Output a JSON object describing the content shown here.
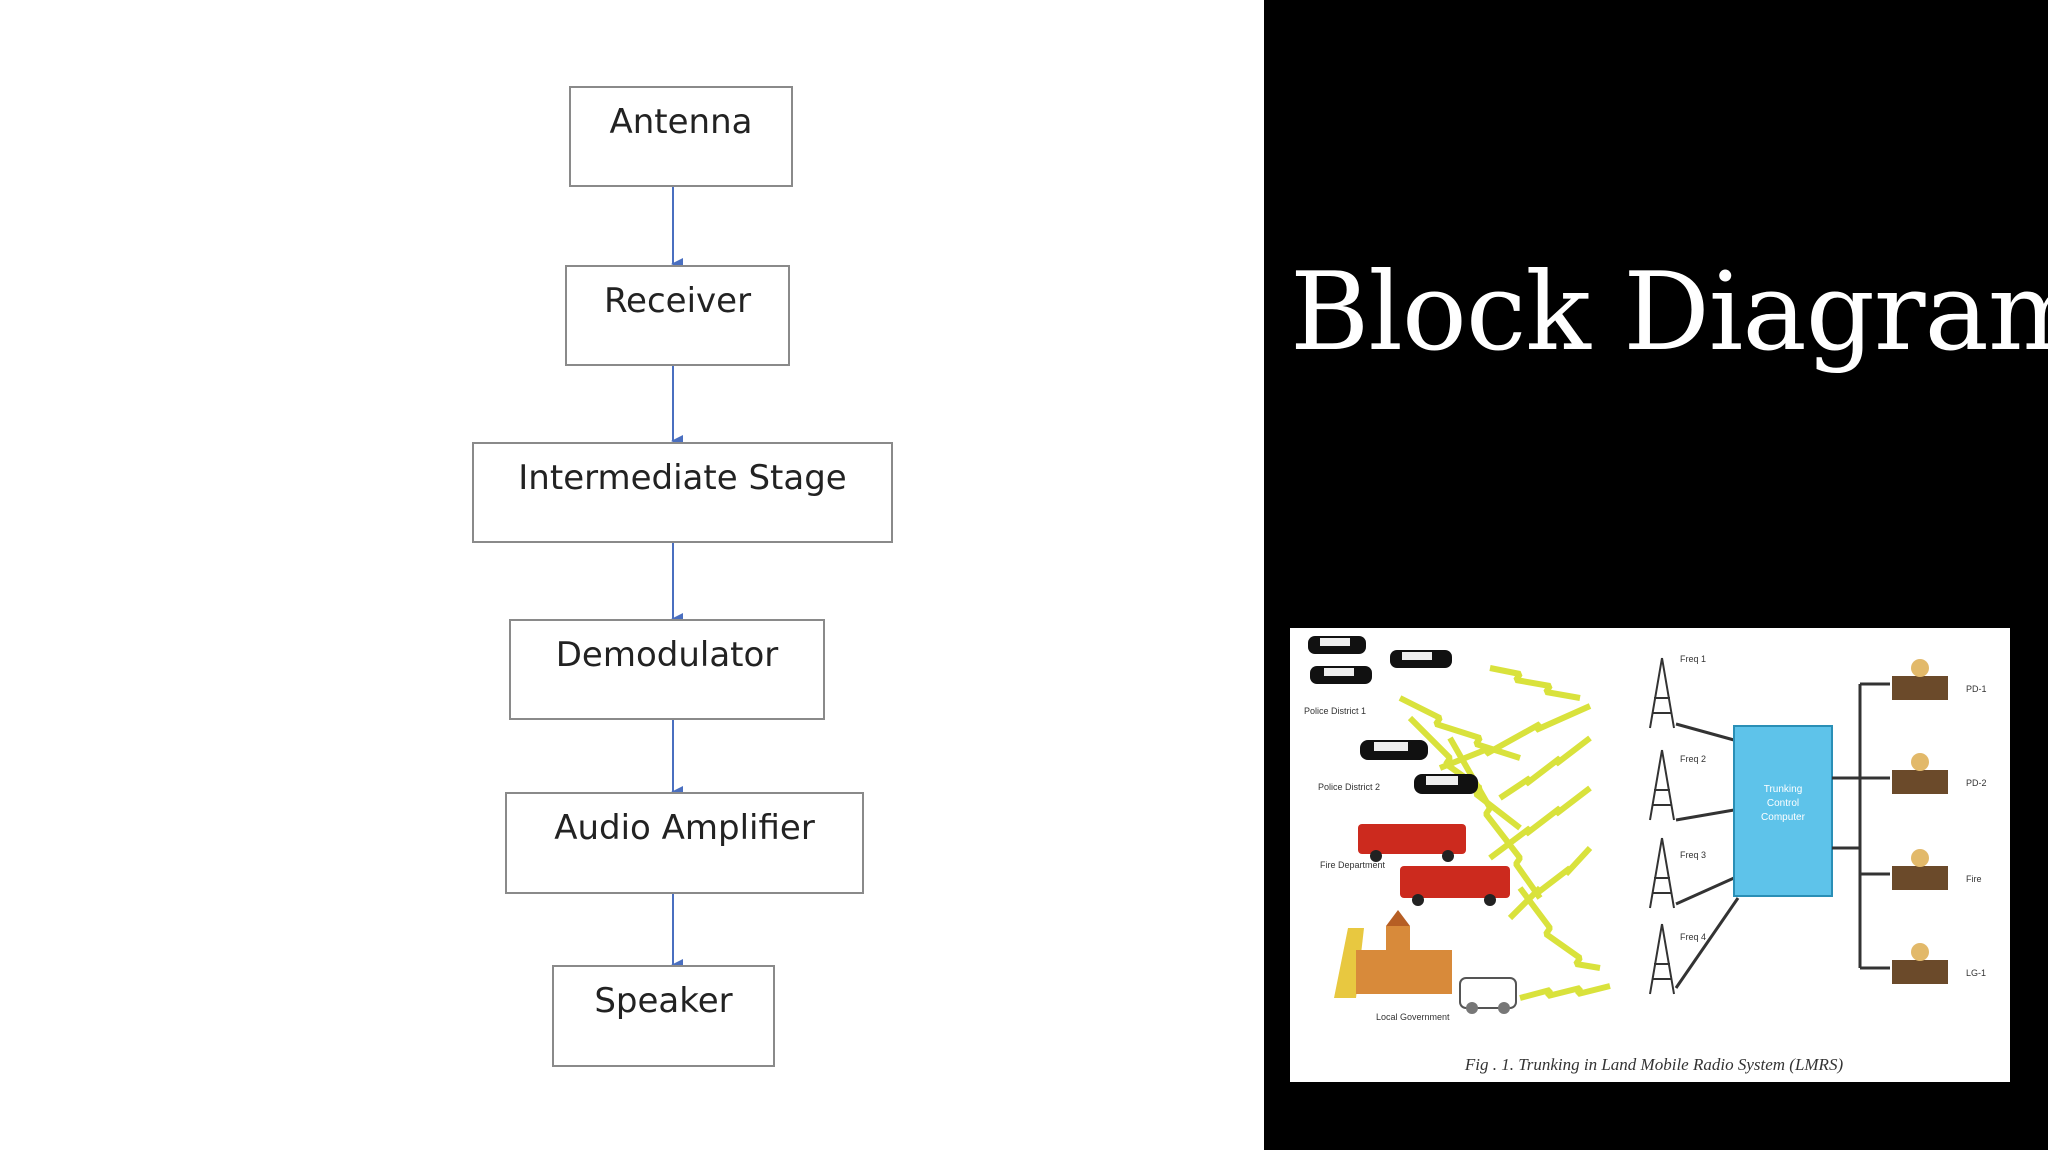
{
  "slide": {
    "title": "Block Diagram"
  },
  "flow": {
    "blocks": [
      {
        "label": "Antenna"
      },
      {
        "label": "Receiver"
      },
      {
        "label": "Intermediate Stage"
      },
      {
        "label": "Demodulator"
      },
      {
        "label": "Audio Amplifier"
      },
      {
        "label": "Speaker"
      }
    ]
  },
  "figure": {
    "caption": "Fig . 1. Trunking in Land Mobile Radio System (LMRS)",
    "groups": [
      "Police District 1",
      "Police District 2",
      "Fire Department",
      "Local Government"
    ],
    "towers": [
      "Freq 1",
      "Freq 2",
      "Freq 3",
      "Freq 4"
    ],
    "controller": [
      "Trunking",
      "Control",
      "Computer"
    ],
    "consoles": [
      "PD-1",
      "PD-2",
      "Fire",
      "LG-1"
    ]
  },
  "colors": {
    "arrow": "#4a6fc0",
    "block_border": "#8a8a8a",
    "controller": "#5ec3ea",
    "signal": "#d9e23c",
    "fire_truck": "#cc2a1e"
  }
}
